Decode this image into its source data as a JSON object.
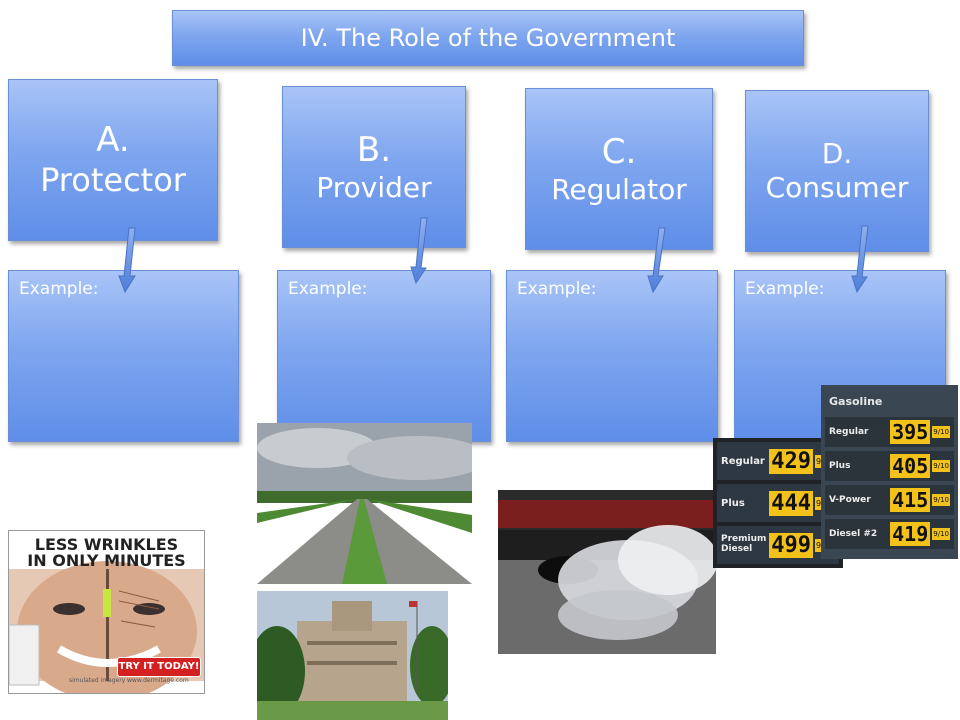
{
  "title": "IV.  The Role of the Government",
  "roles": [
    {
      "letter": "A.",
      "word": "Protector"
    },
    {
      "letter": "B.",
      "word": "Provider"
    },
    {
      "letter": "C.",
      "word": "Regulator"
    },
    {
      "letter": "D.",
      "word": "Consumer"
    }
  ],
  "example_label": "Example:",
  "ads": {
    "headline_1": "LESS WRINKLES",
    "headline_2": "IN ONLY MINUTES",
    "cta": "TRY IT TODAY!",
    "small_1": "simulated imagery",
    "small_2": "www.dermitage.com"
  },
  "gas_left": {
    "rows": [
      {
        "label": "Regular",
        "price": "429",
        "frac": "9/10"
      },
      {
        "label": "Plus",
        "price": "444",
        "frac": "9/10"
      },
      {
        "label": "Premium Diesel",
        "price": "499",
        "frac": "9/10"
      }
    ]
  },
  "gas_right": {
    "header": "Gasoline",
    "rows": [
      {
        "label": "Regular",
        "price": "395",
        "frac": "9/10"
      },
      {
        "label": "Plus",
        "price": "405",
        "frac": "9/10"
      },
      {
        "label": "V-Power",
        "price": "415",
        "frac": "9/10"
      },
      {
        "label": "Diesel #2",
        "price": "419",
        "frac": "9/10"
      }
    ]
  }
}
